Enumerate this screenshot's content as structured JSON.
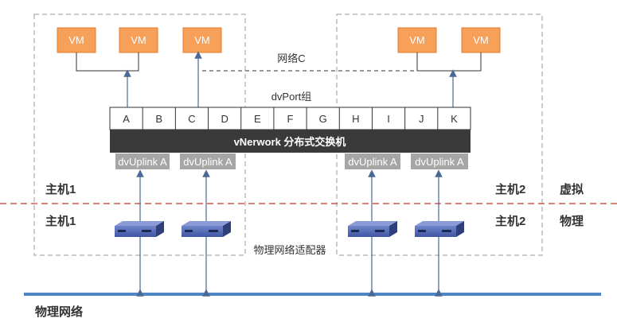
{
  "vm_label": "VM",
  "network_c": "网络C",
  "dvport_group": "dvPort组",
  "ports": [
    "A",
    "B",
    "C",
    "D",
    "E",
    "F",
    "G",
    "H",
    "I",
    "J",
    "K"
  ],
  "switch_label": "vNerwork 分布式交换机",
  "uplinks": [
    "dvUplink A",
    "dvUplink A",
    "dvUplink A",
    "dvUplink A"
  ],
  "host1_virtual": "主机1",
  "host1_physical": "主机1",
  "host2_virtual": "主机2",
  "host2_physical": "主机2",
  "virtual_label": "虚拟",
  "physical_label": "物理",
  "adapter_label": "物理网络适配器",
  "physical_network": "物理网络",
  "colors": {
    "vm_fill": "#f6a05a",
    "vm_border": "#e07b2c",
    "switch_fill": "#3a3a3a",
    "uplink_fill": "#a6a6a6",
    "divider": "#c0392b",
    "network_bar": "#4f86c6",
    "arrow": "#4a6a96"
  }
}
